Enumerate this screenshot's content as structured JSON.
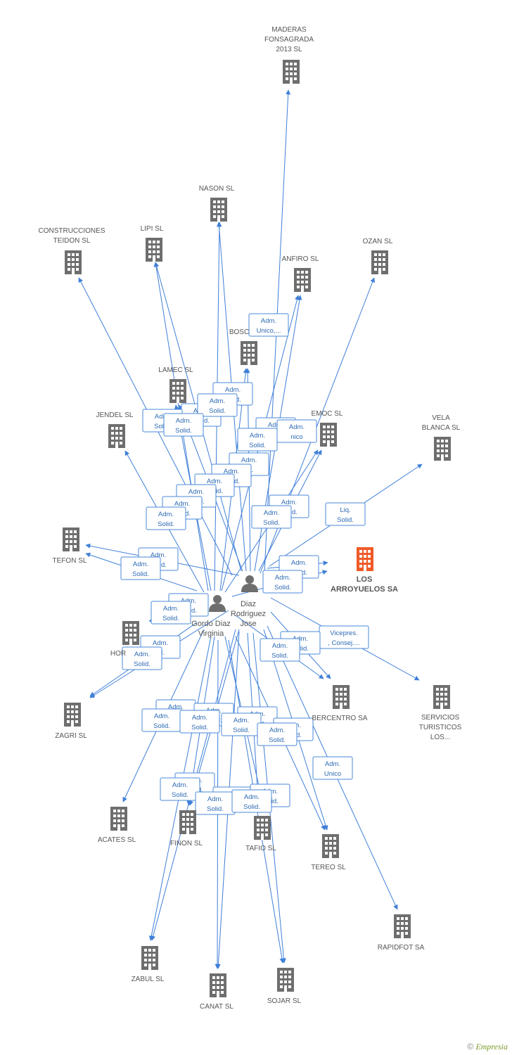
{
  "colors": {
    "edge": "#3f7fd8",
    "building": "#6e6e6e",
    "main_building": "#f05a28",
    "person": "#6e6e6e"
  },
  "main_company": {
    "label_lines": [
      "LOS",
      "ARROYUELOS SA"
    ],
    "icon": "building-icon"
  },
  "persons": [
    {
      "id": "diaz",
      "label_lines": [
        "Diaz",
        "Rodriguez",
        "Jose"
      ],
      "icon": "person-icon"
    },
    {
      "id": "gordo",
      "label_lines": [
        "Gordo Diaz",
        "Virginia"
      ],
      "icon": "person-icon"
    }
  ],
  "companies": [
    {
      "id": "maderas",
      "label_lines": [
        "MADERAS",
        "FONSAGRADA",
        "2013 SL"
      ],
      "label_pos": "above"
    },
    {
      "id": "nason",
      "label_lines": [
        "NASON SL"
      ],
      "label_pos": "above"
    },
    {
      "id": "construcciones",
      "label_lines": [
        "CONSTRUCCIONES",
        "TEIDON SL"
      ],
      "label_pos": "above"
    },
    {
      "id": "lipi",
      "label_lines": [
        "LIPI SL"
      ],
      "label_pos": "above"
    },
    {
      "id": "anfiro",
      "label_lines": [
        "ANFIRO SL"
      ],
      "label_pos": "above"
    },
    {
      "id": "ozan",
      "label_lines": [
        "OZAN SL"
      ],
      "label_pos": "above"
    },
    {
      "id": "bosc",
      "label_lines": [
        "BOSC"
      ],
      "label_pos": "above"
    },
    {
      "id": "lamec",
      "label_lines": [
        "LAMEC SL"
      ],
      "label_pos": "above"
    },
    {
      "id": "jendel",
      "label_lines": [
        "JENDEL SL"
      ],
      "label_pos": "above"
    },
    {
      "id": "emoc",
      "label_lines": [
        "EMOC SL"
      ],
      "label_pos": "above"
    },
    {
      "id": "vela",
      "label_lines": [
        "VELA",
        "BLANCA SL"
      ],
      "label_pos": "above"
    },
    {
      "id": "tefon",
      "label_lines": [
        "TEFON SL"
      ],
      "label_pos": "below"
    },
    {
      "id": "hor",
      "label_lines": [
        "HOR"
      ],
      "label_pos": "below"
    },
    {
      "id": "zagri",
      "label_lines": [
        "ZAGRI SL"
      ],
      "label_pos": "below"
    },
    {
      "id": "bercentro",
      "label_lines": [
        "BERCENTRO SA"
      ],
      "label_pos": "below"
    },
    {
      "id": "servicios",
      "label_lines": [
        "SERVICIOS",
        "TURISTICOS",
        "LOS..."
      ],
      "label_pos": "below"
    },
    {
      "id": "acates",
      "label_lines": [
        "ACATES SL"
      ],
      "label_pos": "below"
    },
    {
      "id": "finon",
      "label_lines": [
        "FINON SL"
      ],
      "label_pos": "below"
    },
    {
      "id": "tafio",
      "label_lines": [
        "TAFIO SL"
      ],
      "label_pos": "below"
    },
    {
      "id": "tereo",
      "label_lines": [
        "TEREO SL"
      ],
      "label_pos": "below"
    },
    {
      "id": "rapidfot",
      "label_lines": [
        "RAPIDFOT SA"
      ],
      "label_pos": "below"
    },
    {
      "id": "zabul",
      "label_lines": [
        "ZABUL SL"
      ],
      "label_pos": "below"
    },
    {
      "id": "canat",
      "label_lines": [
        "CANAT SL"
      ],
      "label_pos": "below"
    },
    {
      "id": "sojar",
      "label_lines": [
        "SOJAR SL"
      ],
      "label_pos": "below"
    }
  ],
  "roles": {
    "adm_solid": [
      "Adm.",
      "Solid."
    ],
    "adm_unico_trunc": [
      "Adm.",
      "Unico,..."
    ],
    "adm_unico": [
      "Adm.",
      "Unico"
    ],
    "liq_solid": [
      "Liq.",
      "Solid."
    ],
    "vicepres": [
      "Vicepres.",
      ", Consej...."
    ],
    "adm_solid_partial": [
      "Adm.",
      "olid."
    ],
    "adm_lid": [
      "Adm.",
      "lid."
    ],
    "adm_nico": [
      "Adm.",
      "nico"
    ]
  },
  "footer": {
    "copyright": "©",
    "brand": "Empresia"
  }
}
